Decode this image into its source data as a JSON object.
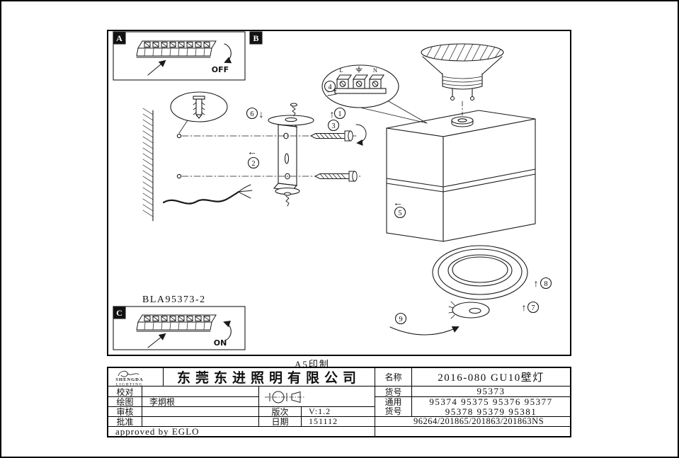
{
  "icons": {
    "arrow_up": "↑",
    "arrow_down": "↓",
    "arrow_left": "←"
  },
  "drawing": {
    "section_a_label": "A",
    "section_b_label": "B",
    "section_c_label": "C",
    "off_label": "OFF",
    "on_label": "ON",
    "model_label": "BLA95373-2",
    "terminal_l": "L",
    "terminal_n": "N",
    "callouts": [
      "1",
      "2",
      "3",
      "4",
      "5",
      "6",
      "7",
      "8",
      "9"
    ],
    "print_note": "A5印制"
  },
  "titleblock": {
    "logo_brand": "SHENGDA",
    "logo_sub": "LIGHTING",
    "company": "东莞东进照明有限公司",
    "name_label": "名称",
    "name_value": "2016-080 GU10壁灯",
    "item_label": "货号",
    "item_value": "95373",
    "common_label_line1": "通用",
    "common_label_line2": "货号",
    "common_values_line1": "95374 95375 95376 95377",
    "common_values_line2": "95378 95379 95381",
    "codes": "96264/201865/201863/201863NS",
    "proof_label": "校对",
    "draw_label": "绘图",
    "draw_value": "李炯根",
    "check_label": "审核",
    "approve_label": "批准",
    "version_label": "版次",
    "version_value": "V:1.2",
    "date_label": "日期",
    "date_value": "151112",
    "approved_by": "approved by EGLO"
  }
}
